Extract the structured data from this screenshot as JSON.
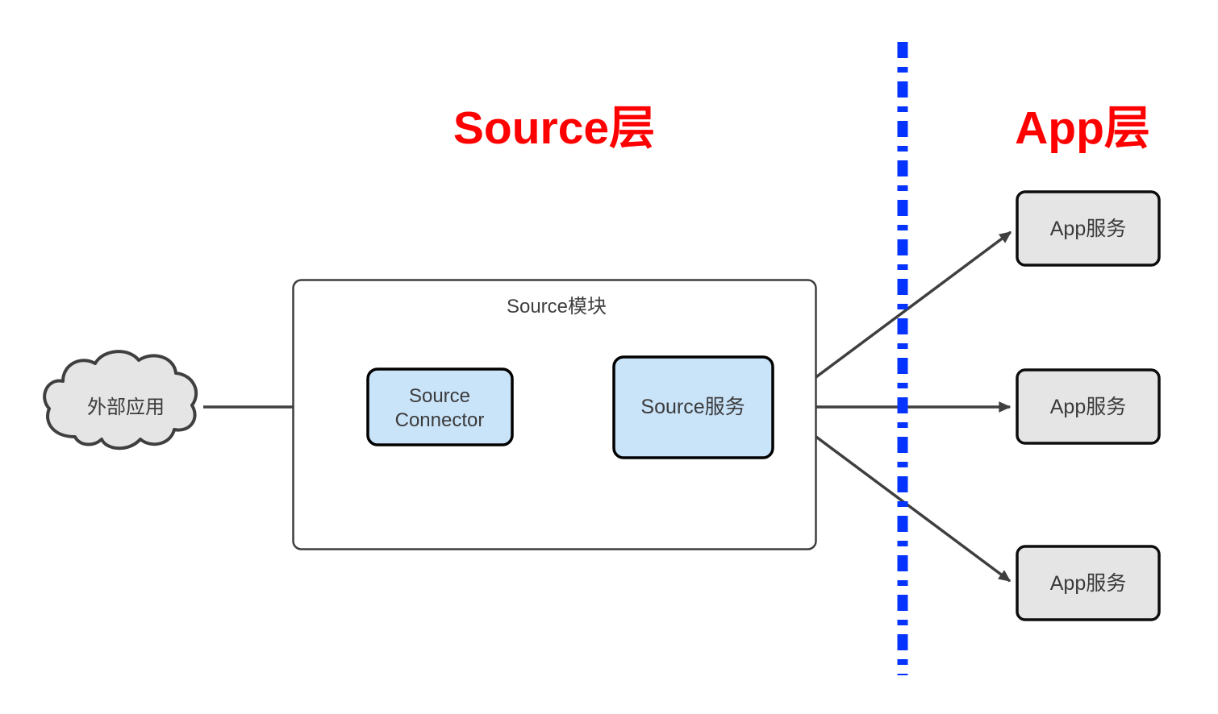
{
  "diagram": {
    "titles": {
      "source_layer": "Source层",
      "app_layer": "App层"
    },
    "cloud": {
      "label": "外部应用"
    },
    "source_module": {
      "label": "Source模块"
    },
    "source_connector": {
      "label_line1": "Source",
      "label_line2": "Connector"
    },
    "source_service": {
      "label": "Source服务"
    },
    "app_services": [
      {
        "label": "App服务"
      },
      {
        "label": "App服务"
      },
      {
        "label": "App服务"
      }
    ],
    "colors": {
      "layer_title_red": "#ff0000",
      "divider_blue": "#0533ff",
      "node_blue_fill": "#c9e3f9",
      "node_gray_fill": "#e5e5e5",
      "stroke_dark_gray": "#3f3f3f",
      "stroke_black": "#000000",
      "label_text": "#3b3b3b"
    }
  }
}
